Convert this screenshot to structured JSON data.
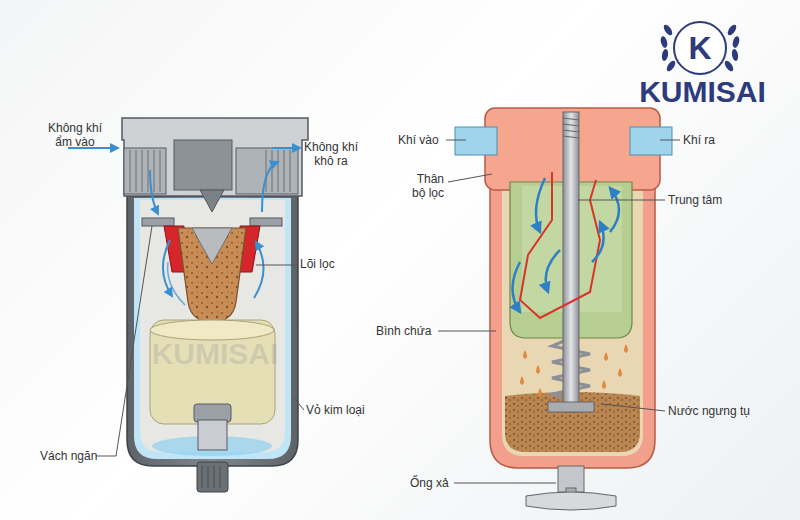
{
  "diagram": {
    "nodes": [
      {
        "text": [
          "K"
        ]
      }
    ],
    "labels": [
      "Không khí ẩm vào",
      "Không khí khô ra",
      "Lõi lọc",
      "Vỏ kim loại",
      "Vách ngăn",
      "KUMISAI",
      "Khí vào",
      "Khí ra",
      "Thân bộ lọc",
      "Trung tâm",
      "Bình chứa",
      "Nước ngưng tụ",
      "Ống xả",
      "KUMISAI"
    ]
  }
}
